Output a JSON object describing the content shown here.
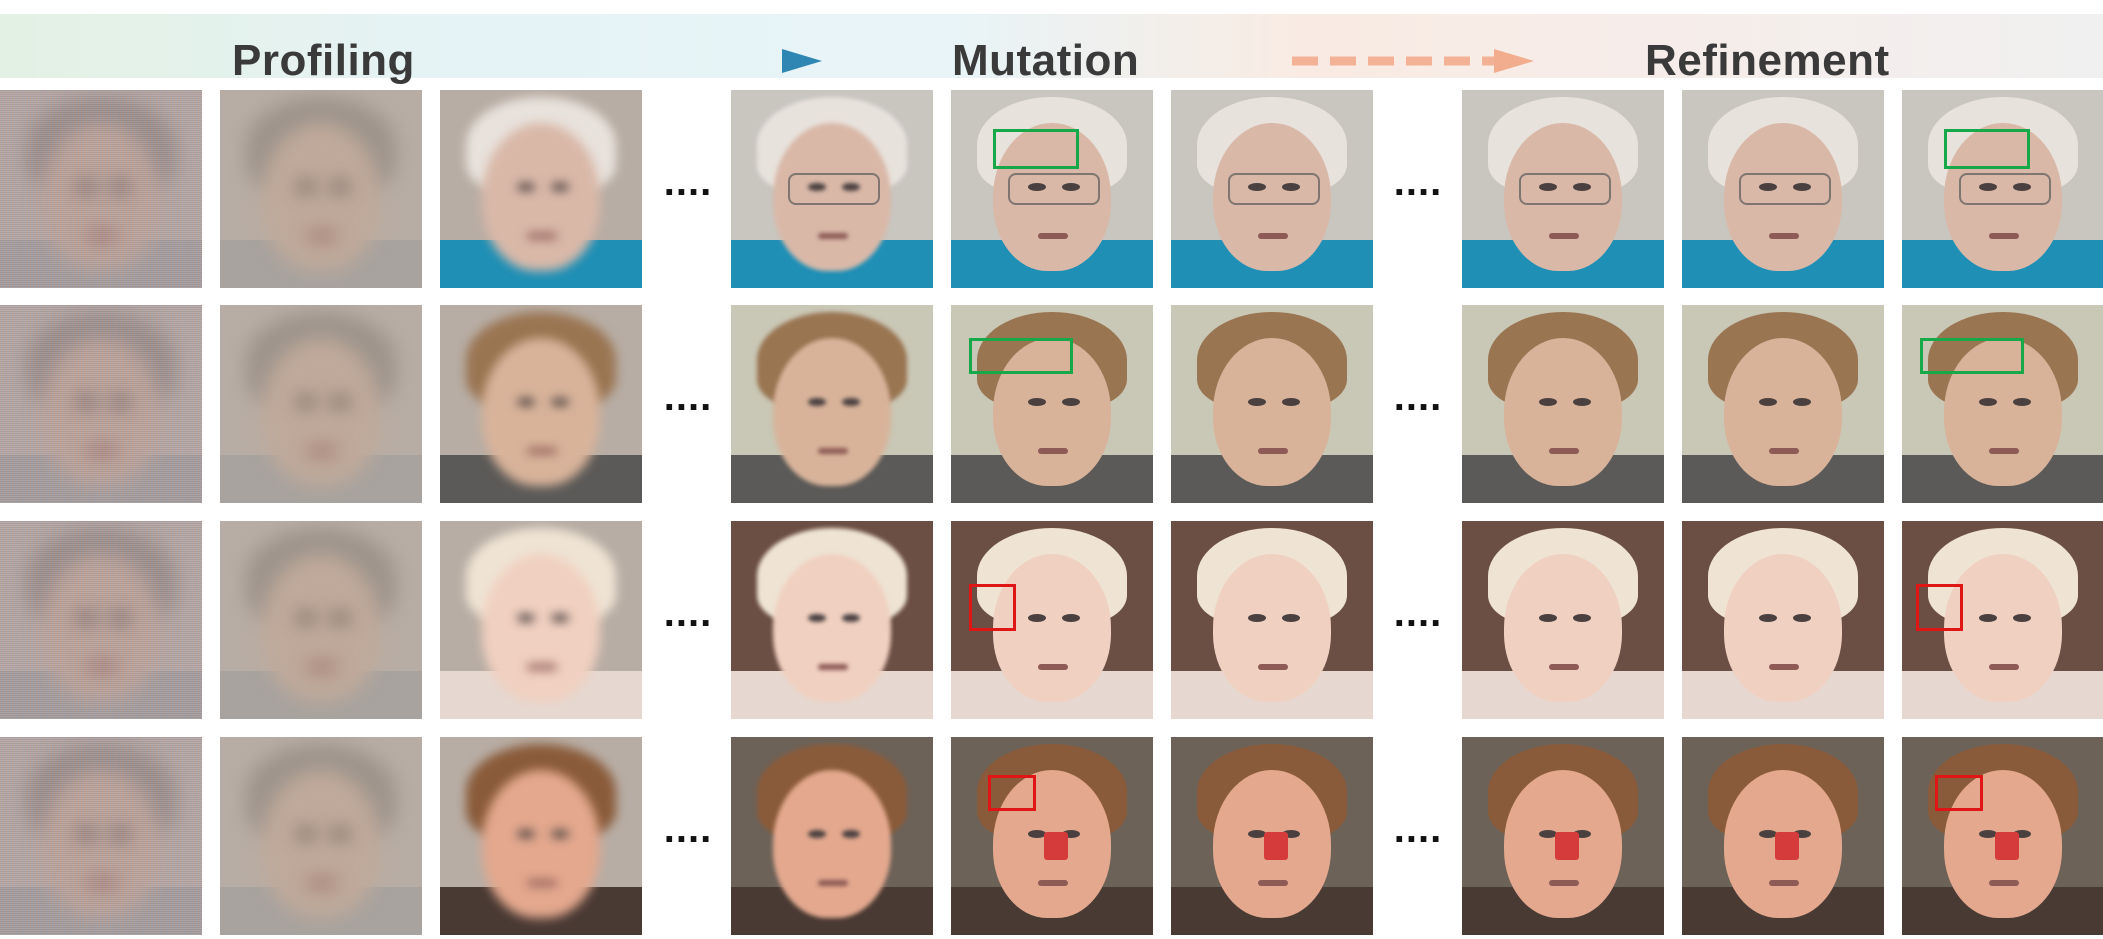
{
  "header": {
    "stages": [
      {
        "label": "Profiling"
      },
      {
        "label": "Mutation"
      },
      {
        "label": "Refinement"
      }
    ],
    "arrow_colors": {
      "profiling_to_mutation": "#3d8fb8",
      "mutation_to_refinement": "#f3b295"
    }
  },
  "ellipsis": "....",
  "box_colors": {
    "green": "#17a84a",
    "red": "#e01616"
  },
  "rows": [
    {
      "name": "older-man-glasses",
      "box_color": "green",
      "palette": {
        "bg": "#c9c6c0",
        "skin": "#d9b8a8",
        "hair": "#e8e2dc",
        "shirt": "#1f8fb5"
      }
    },
    {
      "name": "man-brown-hair",
      "box_color": "green",
      "palette": {
        "bg": "#c9c7b5",
        "skin": "#d8b39a",
        "hair": "#9a7552",
        "shirt": "#5c5a58"
      }
    },
    {
      "name": "blonde-child",
      "box_color": "red",
      "palette": {
        "bg": "#6b4e44",
        "skin": "#f0d0c0",
        "hair": "#efe4d4",
        "shirt": "#e6d8d0"
      }
    },
    {
      "name": "girl-gray-hat",
      "box_color": "red",
      "palette": {
        "bg": "#6d6258",
        "skin": "#e3a88e",
        "hair": "#8a5b3a",
        "shirt": "#4a3a34"
      }
    }
  ]
}
